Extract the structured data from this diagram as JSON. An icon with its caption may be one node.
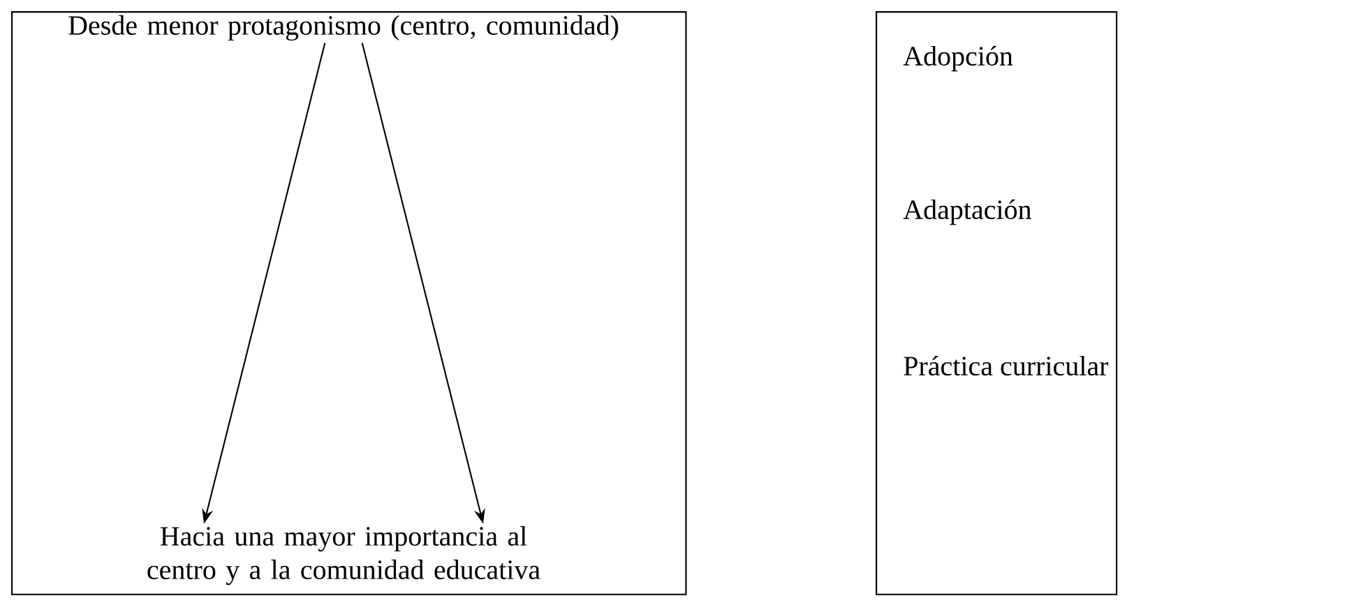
{
  "diagram": {
    "nodes": [
      {
        "text": [],
        "shape": "box"
      },
      {
        "text": [
          "Desde menor protagonismo (centro, comunidad)"
        ],
        "in": 0
      },
      {
        "text": [
          "Hacia una mayor importancia al centro y a la comunidad educativa"
        ],
        "in": 0
      },
      {
        "text": [
          "Adopción",
          "Adaptación",
          "Práctica curricular"
        ]
      }
    ],
    "edges": [
      {
        "from": 1,
        "to": 2,
        "arrow": "to"
      },
      {
        "from": 1,
        "to": 2,
        "arrow": "to"
      }
    ]
  }
}
